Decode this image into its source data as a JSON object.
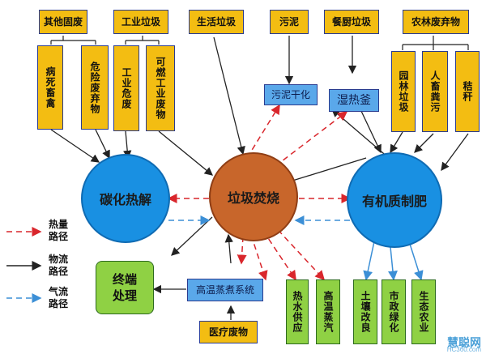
{
  "headers": {
    "other_solid": "其他固废",
    "industrial": "工业垃圾",
    "domestic": "生活垃圾",
    "sludge": "污泥",
    "kitchen": "餐厨垃圾",
    "agri": "农林废弃物"
  },
  "waste_items": {
    "dead_livestock": "病死畜禽",
    "hazardous": "危险废弃物",
    "industrial_hazard": "工业危废",
    "combustible_industrial": "可燃工业废物",
    "garden": "园林垃圾",
    "manure": "人畜粪污",
    "straw": "秸秆"
  },
  "processes": {
    "sludge_dry": "污泥干化",
    "wet_heat": "湿热釜",
    "hi_temp_cook": "高温蒸煮系统",
    "medical": "医疗废物",
    "terminal": "终端处理"
  },
  "hubs": {
    "carbonize": "碳化热解",
    "incinerate": "垃圾焚烧",
    "fertilizer": "有机质制肥"
  },
  "outputs": {
    "hot_water": "热水供应",
    "steam": "高温蒸汽",
    "soil": "土壤改良",
    "municipal": "市政绿化",
    "ecology": "生态农业"
  },
  "legend": {
    "heat": "热量路径",
    "material": "物流路径",
    "gas": "气流路径",
    "heat_color": "#d9262c",
    "material_color": "#222222",
    "gas_color": "#3c8fd6"
  },
  "watermark": {
    "main": "慧聪网",
    "sub": "HC360.com"
  }
}
